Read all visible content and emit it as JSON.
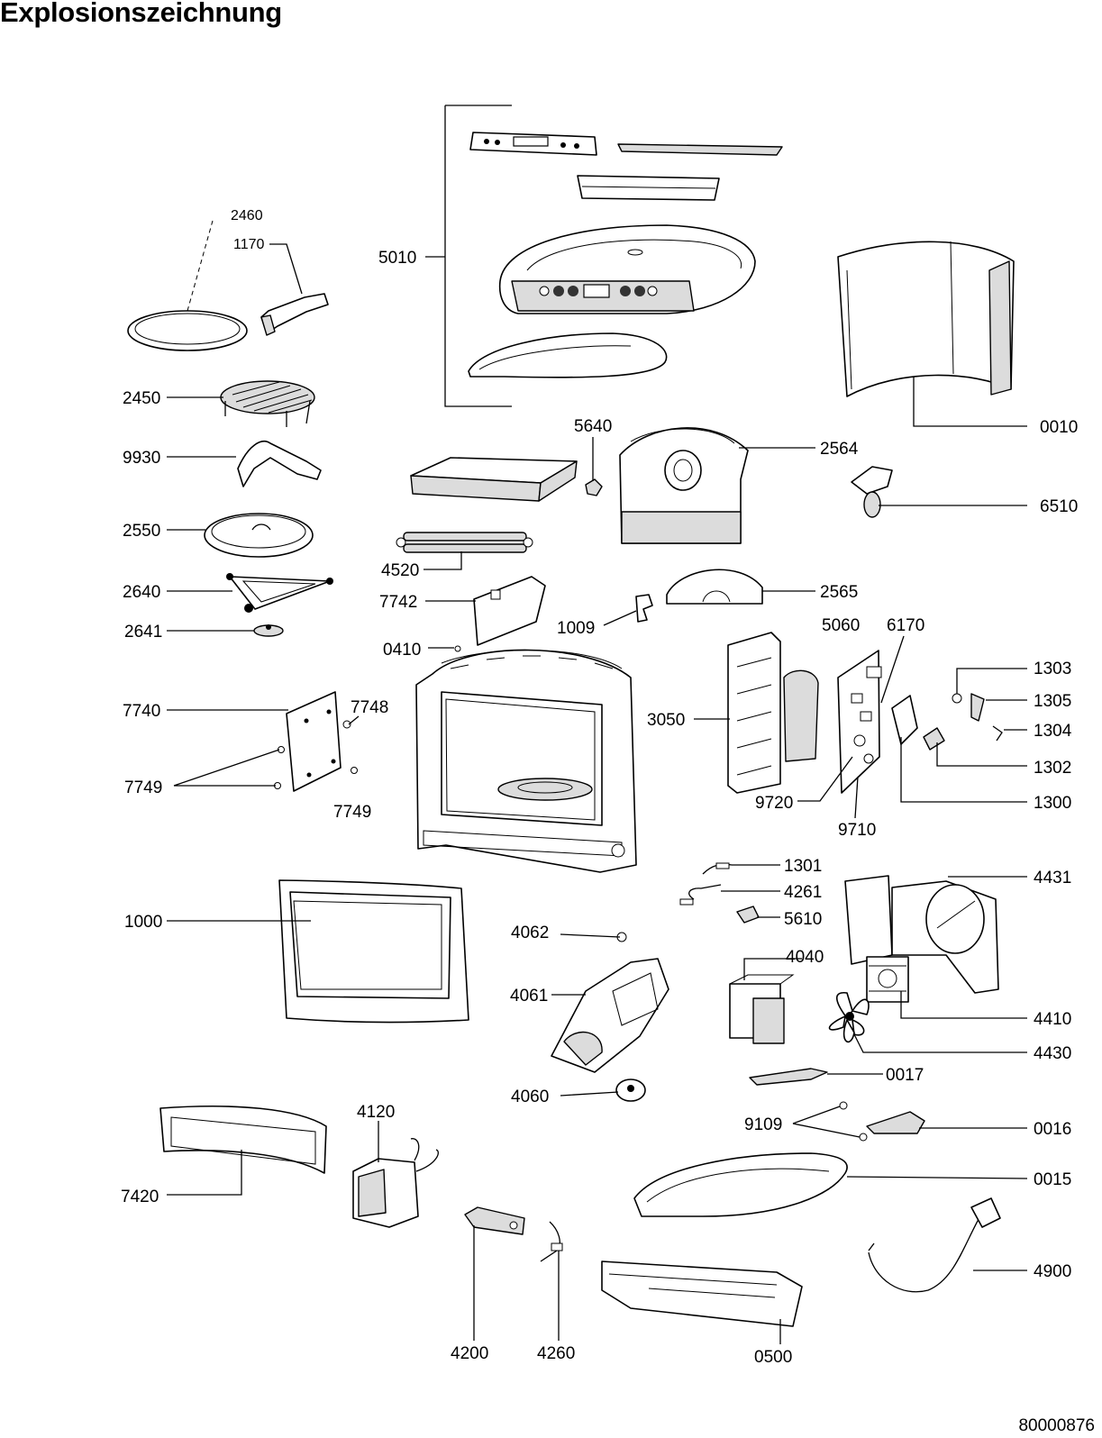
{
  "title": "Explosionszeichnung",
  "document_number": "80000876",
  "part_labels": {
    "p2460": "2460",
    "p1170": "1170",
    "p5010": "5010",
    "p0010": "0010",
    "p2450": "2450",
    "p9930": "9930",
    "p5640": "5640",
    "p2564": "2564",
    "p6510": "6510",
    "p2550": "2550",
    "p4520": "4520",
    "p2640": "2640",
    "p2565": "2565",
    "p7742": "7742",
    "p1009": "1009",
    "p2641": "2641",
    "p0410": "0410",
    "p5060": "5060",
    "p6170": "6170",
    "p1303": "1303",
    "p1305": "1305",
    "p1304": "1304",
    "p7740": "7740",
    "p7748": "7748",
    "p3050": "3050",
    "p1302": "1302",
    "p7749a": "7749",
    "p7749b": "7749",
    "p9720": "9720",
    "p1300": "1300",
    "p9710": "9710",
    "p1301": "1301",
    "p4261": "4261",
    "p4431": "4431",
    "p1000": "1000",
    "p4062": "4062",
    "p5610": "5610",
    "p4040": "4040",
    "p4061": "4061",
    "p4410": "4410",
    "p4430": "4430",
    "p0017": "0017",
    "p4060": "4060",
    "p4120": "4120",
    "p9109": "9109",
    "p0016": "0016",
    "p0015": "0015",
    "p7420": "7420",
    "p4900": "4900",
    "p4200": "4200",
    "p4260": "4260",
    "p0500": "0500"
  }
}
